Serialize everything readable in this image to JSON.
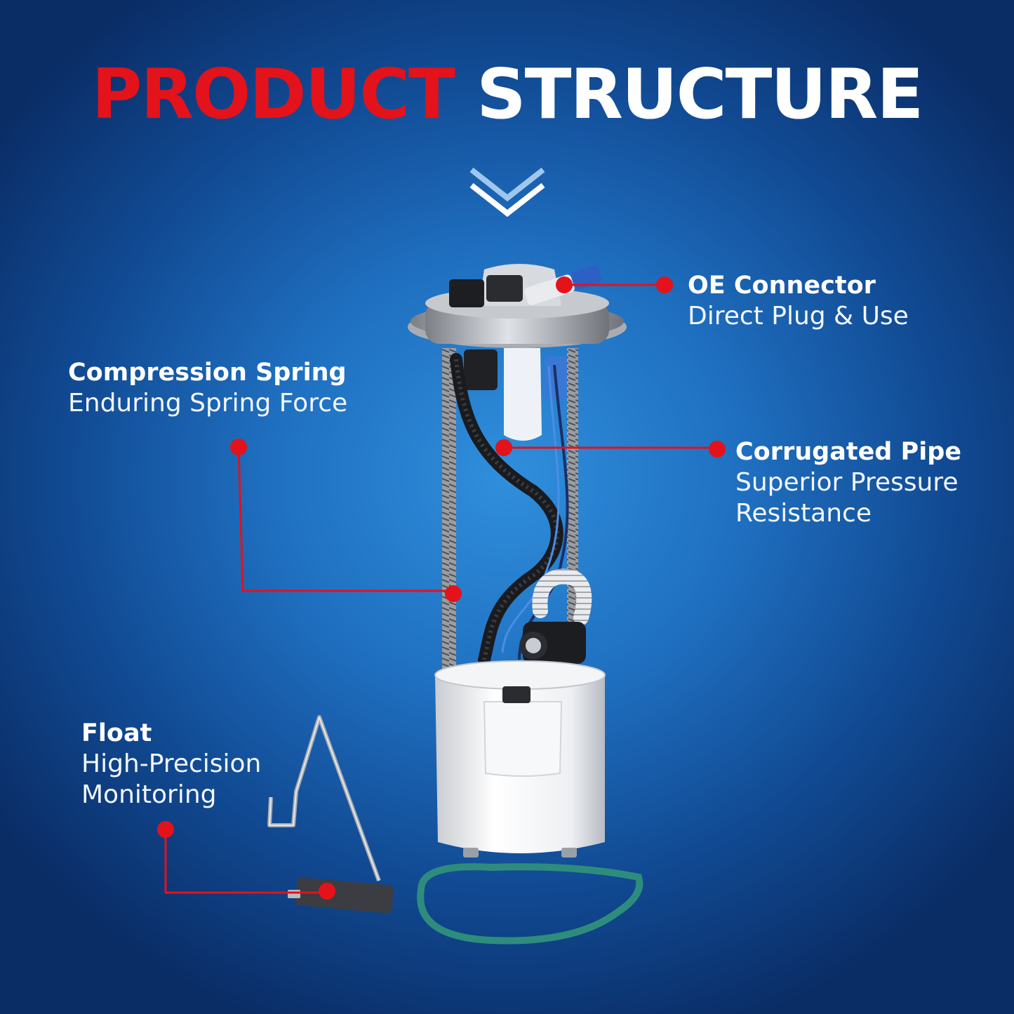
{
  "title": {
    "word1": "PRODUCT",
    "word2": "STRUCTURE"
  },
  "colors": {
    "accent": "#e3121b",
    "background": "#1f6fc0",
    "text": "#ffffff"
  },
  "callouts": {
    "oe_connector": {
      "heading": "OE Connector",
      "desc1": "Direct Plug & Use"
    },
    "compression_spring": {
      "heading": "Compression Spring",
      "desc1": "Enduring Spring Force"
    },
    "corrugated_pipe": {
      "heading": "Corrugated Pipe",
      "desc1": "Superior Pressure",
      "desc2": "Resistance"
    },
    "float": {
      "heading": "Float",
      "desc1": "High-Precision",
      "desc2": "Monitoring"
    }
  },
  "icons": {
    "scroll": "double-chevron-down-icon"
  }
}
